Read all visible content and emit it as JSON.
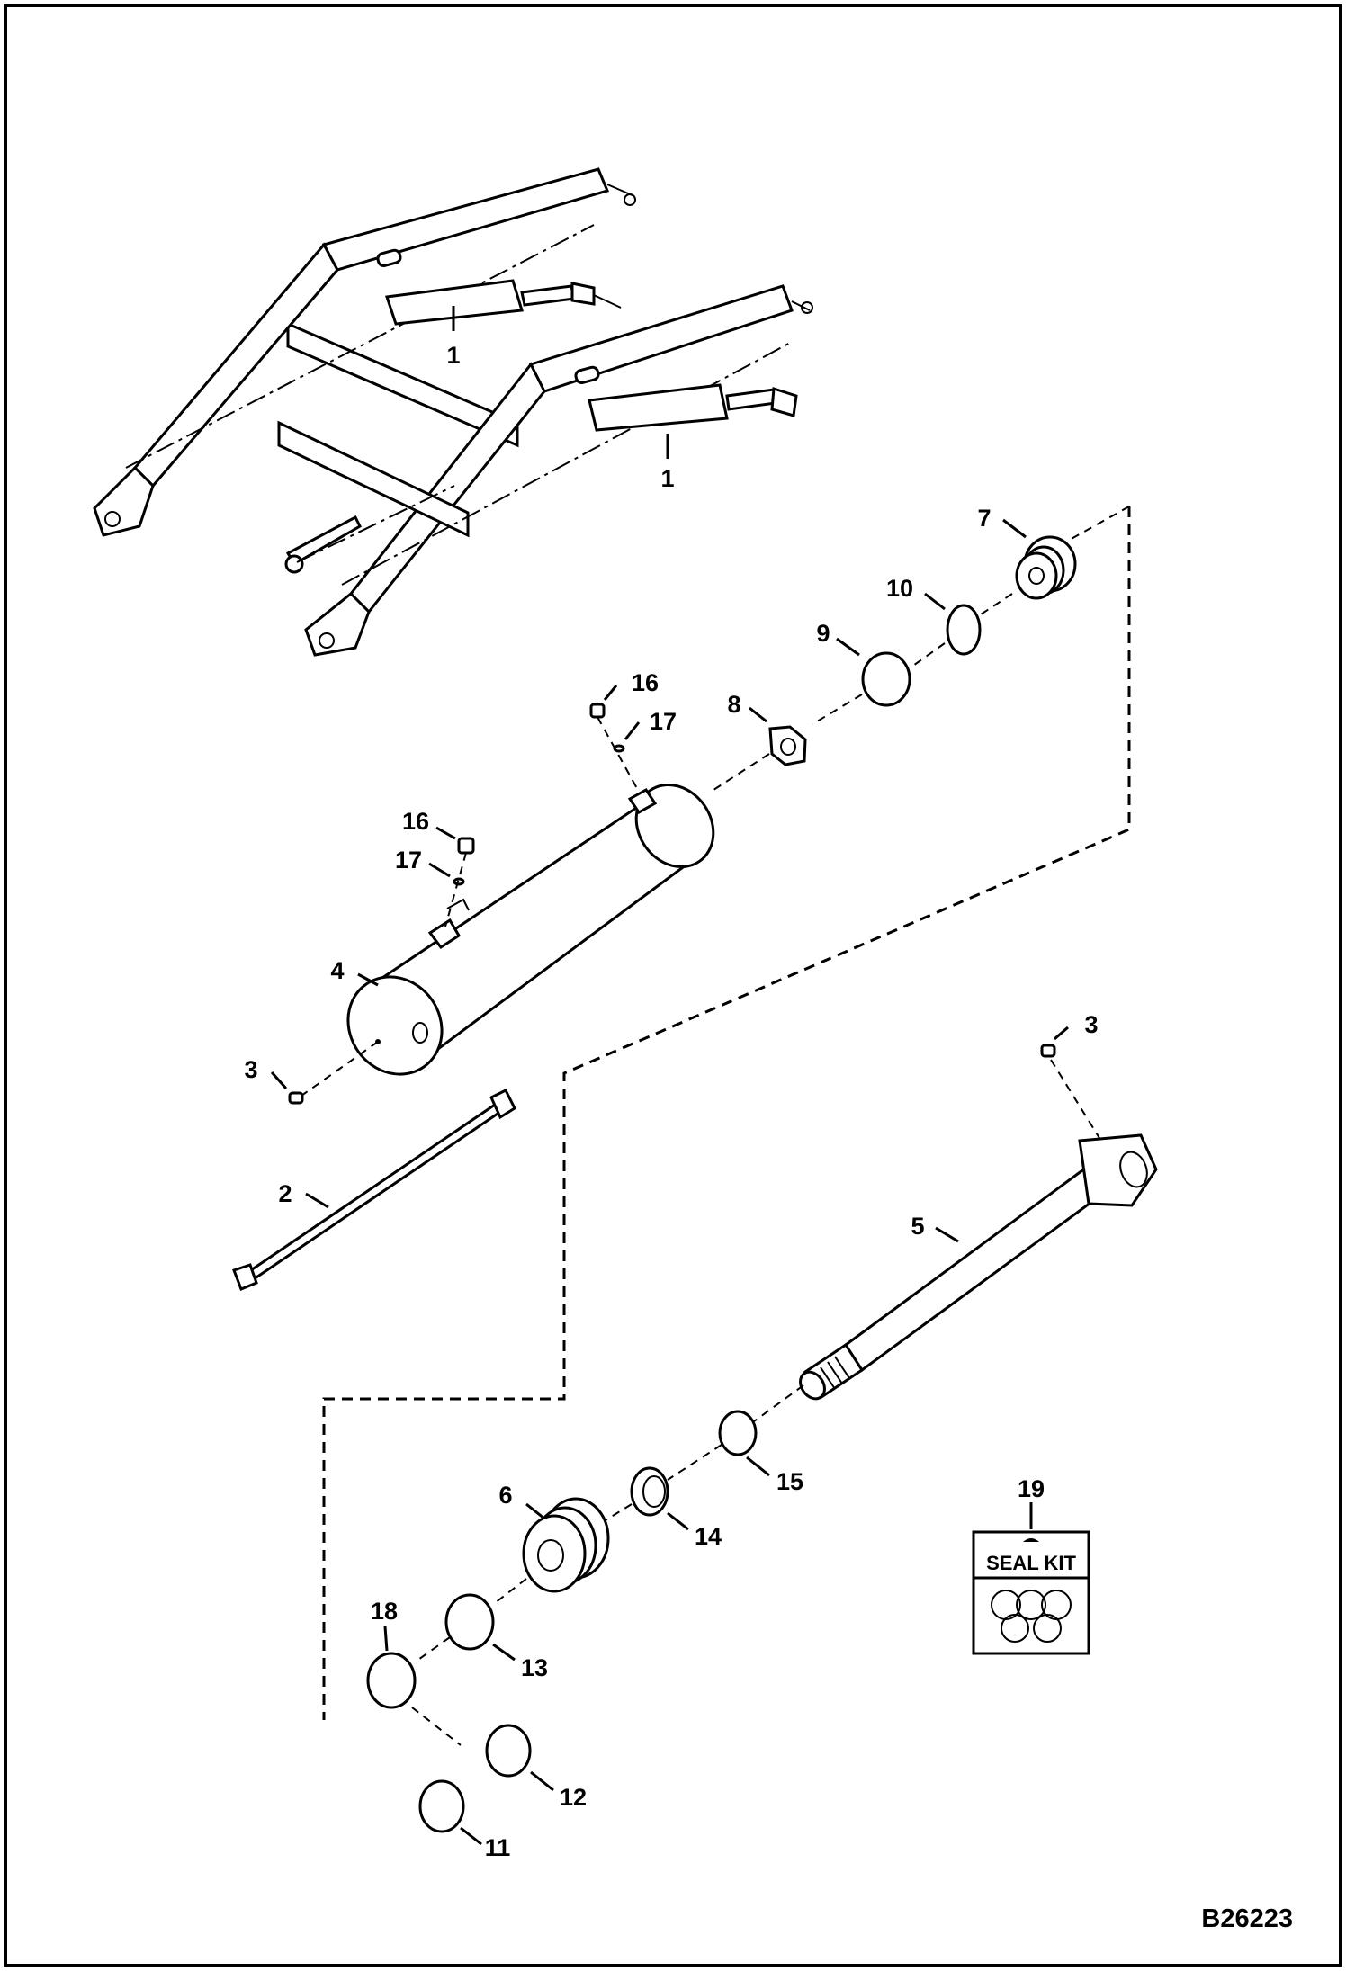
{
  "drawing_number": "B26223",
  "seal_kit_label": "SEAL KIT",
  "callouts": [
    {
      "id": "c1a",
      "text": "1"
    },
    {
      "id": "c1b",
      "text": "1"
    },
    {
      "id": "c2",
      "text": "2"
    },
    {
      "id": "c3a",
      "text": "3"
    },
    {
      "id": "c3b",
      "text": "3"
    },
    {
      "id": "c4",
      "text": "4"
    },
    {
      "id": "c5",
      "text": "5"
    },
    {
      "id": "c6",
      "text": "6"
    },
    {
      "id": "c7",
      "text": "7"
    },
    {
      "id": "c8",
      "text": "8"
    },
    {
      "id": "c9",
      "text": "9"
    },
    {
      "id": "c10",
      "text": "10"
    },
    {
      "id": "c11",
      "text": "11"
    },
    {
      "id": "c12",
      "text": "12"
    },
    {
      "id": "c13",
      "text": "13"
    },
    {
      "id": "c14",
      "text": "14"
    },
    {
      "id": "c15",
      "text": "15"
    },
    {
      "id": "c16a",
      "text": "16"
    },
    {
      "id": "c16b",
      "text": "16"
    },
    {
      "id": "c17a",
      "text": "17"
    },
    {
      "id": "c17b",
      "text": "17"
    },
    {
      "id": "c18",
      "text": "18"
    },
    {
      "id": "c19",
      "text": "19"
    }
  ]
}
